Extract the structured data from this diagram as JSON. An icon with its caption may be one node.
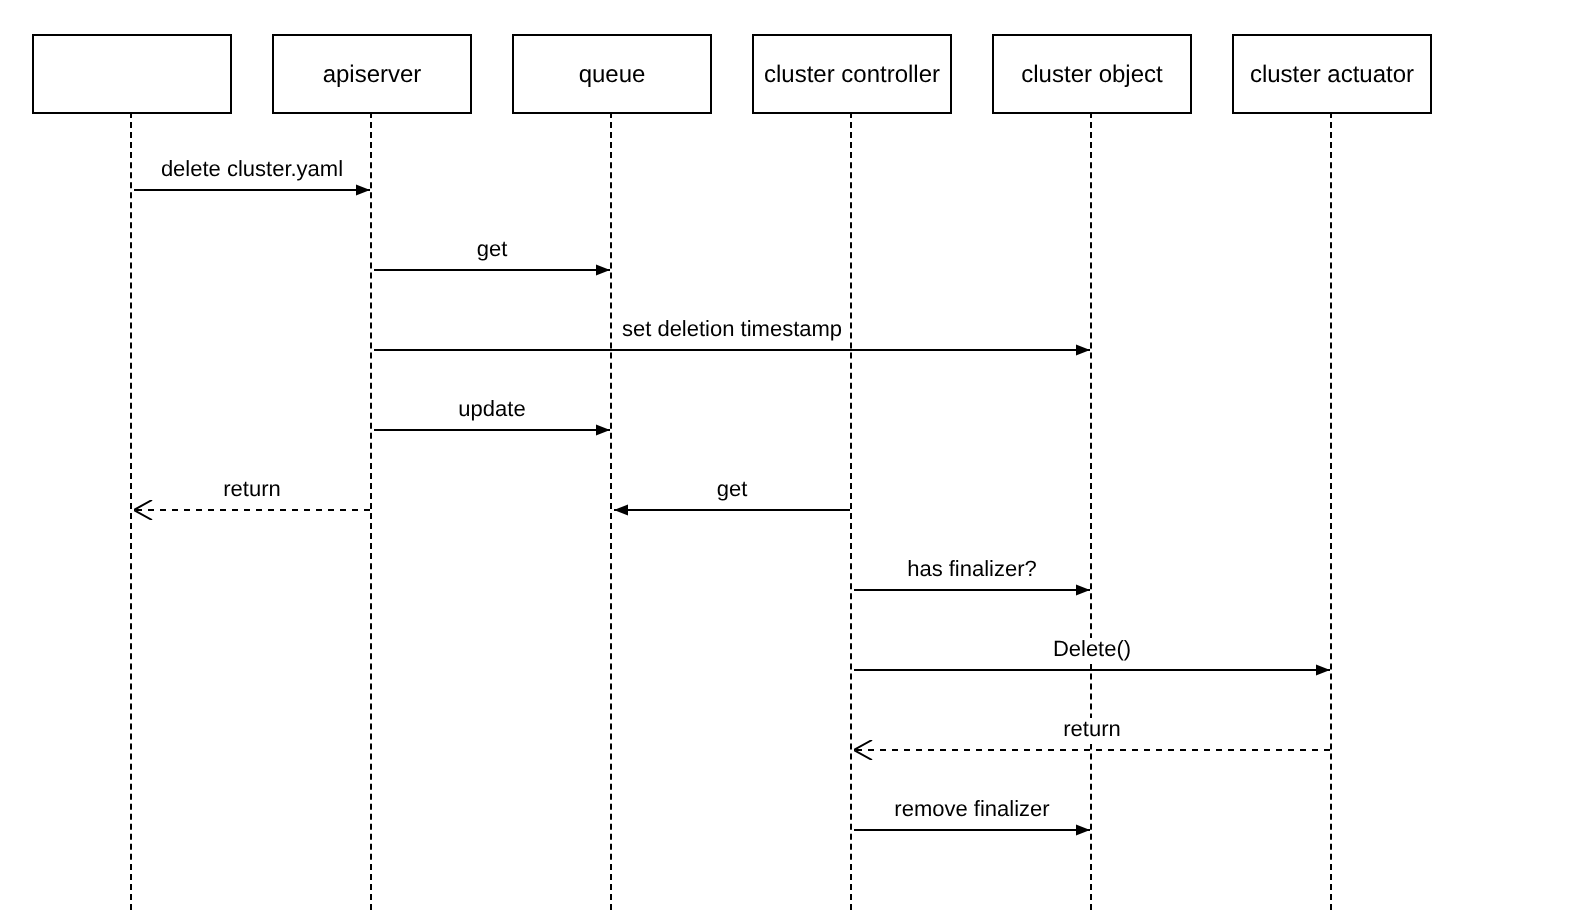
{
  "diagram": {
    "nodes": [
      {
        "text": [],
        "shape": "box"
      },
      {
        "text": [
          "apiserver"
        ]
      },
      {
        "text": [
          "queue"
        ]
      },
      {
        "text": [
          "cluster controller"
        ]
      },
      {
        "text": [
          "cluster object"
        ]
      },
      {
        "text": [
          "cluster actuator"
        ]
      },
      {
        "text": [],
        "shape": "line"
      },
      {
        "text": [],
        "shape": "line"
      },
      {
        "text": [],
        "shape": "line"
      },
      {
        "text": [],
        "shape": "line"
      },
      {
        "text": [],
        "shape": "line"
      },
      {
        "text": [],
        "shape": "line"
      }
    ],
    "edges": [
      {
        "from": 6,
        "to": 7,
        "arrow": "to",
        "label": "delete cluster.yaml"
      },
      {
        "from": 7,
        "to": 8,
        "arrow": "to",
        "label": "get"
      },
      {
        "from": 7,
        "to": 10,
        "arrow": "to",
        "label": "set deletion timestamp"
      },
      {
        "from": 7,
        "to": 8,
        "arrow": "to",
        "label": "update"
      },
      {
        "from": 7,
        "to": 6,
        "arrow": "to",
        "label": "return",
        "style": "dashed"
      },
      {
        "from": 9,
        "to": 8,
        "arrow": "to",
        "label": "get"
      },
      {
        "from": 9,
        "to": 10,
        "arrow": "to",
        "label": "has finalizer?"
      },
      {
        "from": 9,
        "to": 11,
        "arrow": "to",
        "label": "Delete()"
      },
      {
        "from": 11,
        "to": 9,
        "arrow": "to",
        "label": "return",
        "style": "dashed"
      },
      {
        "from": 9,
        "to": 10,
        "arrow": "to",
        "label": "remove finalizer"
      }
    ]
  }
}
